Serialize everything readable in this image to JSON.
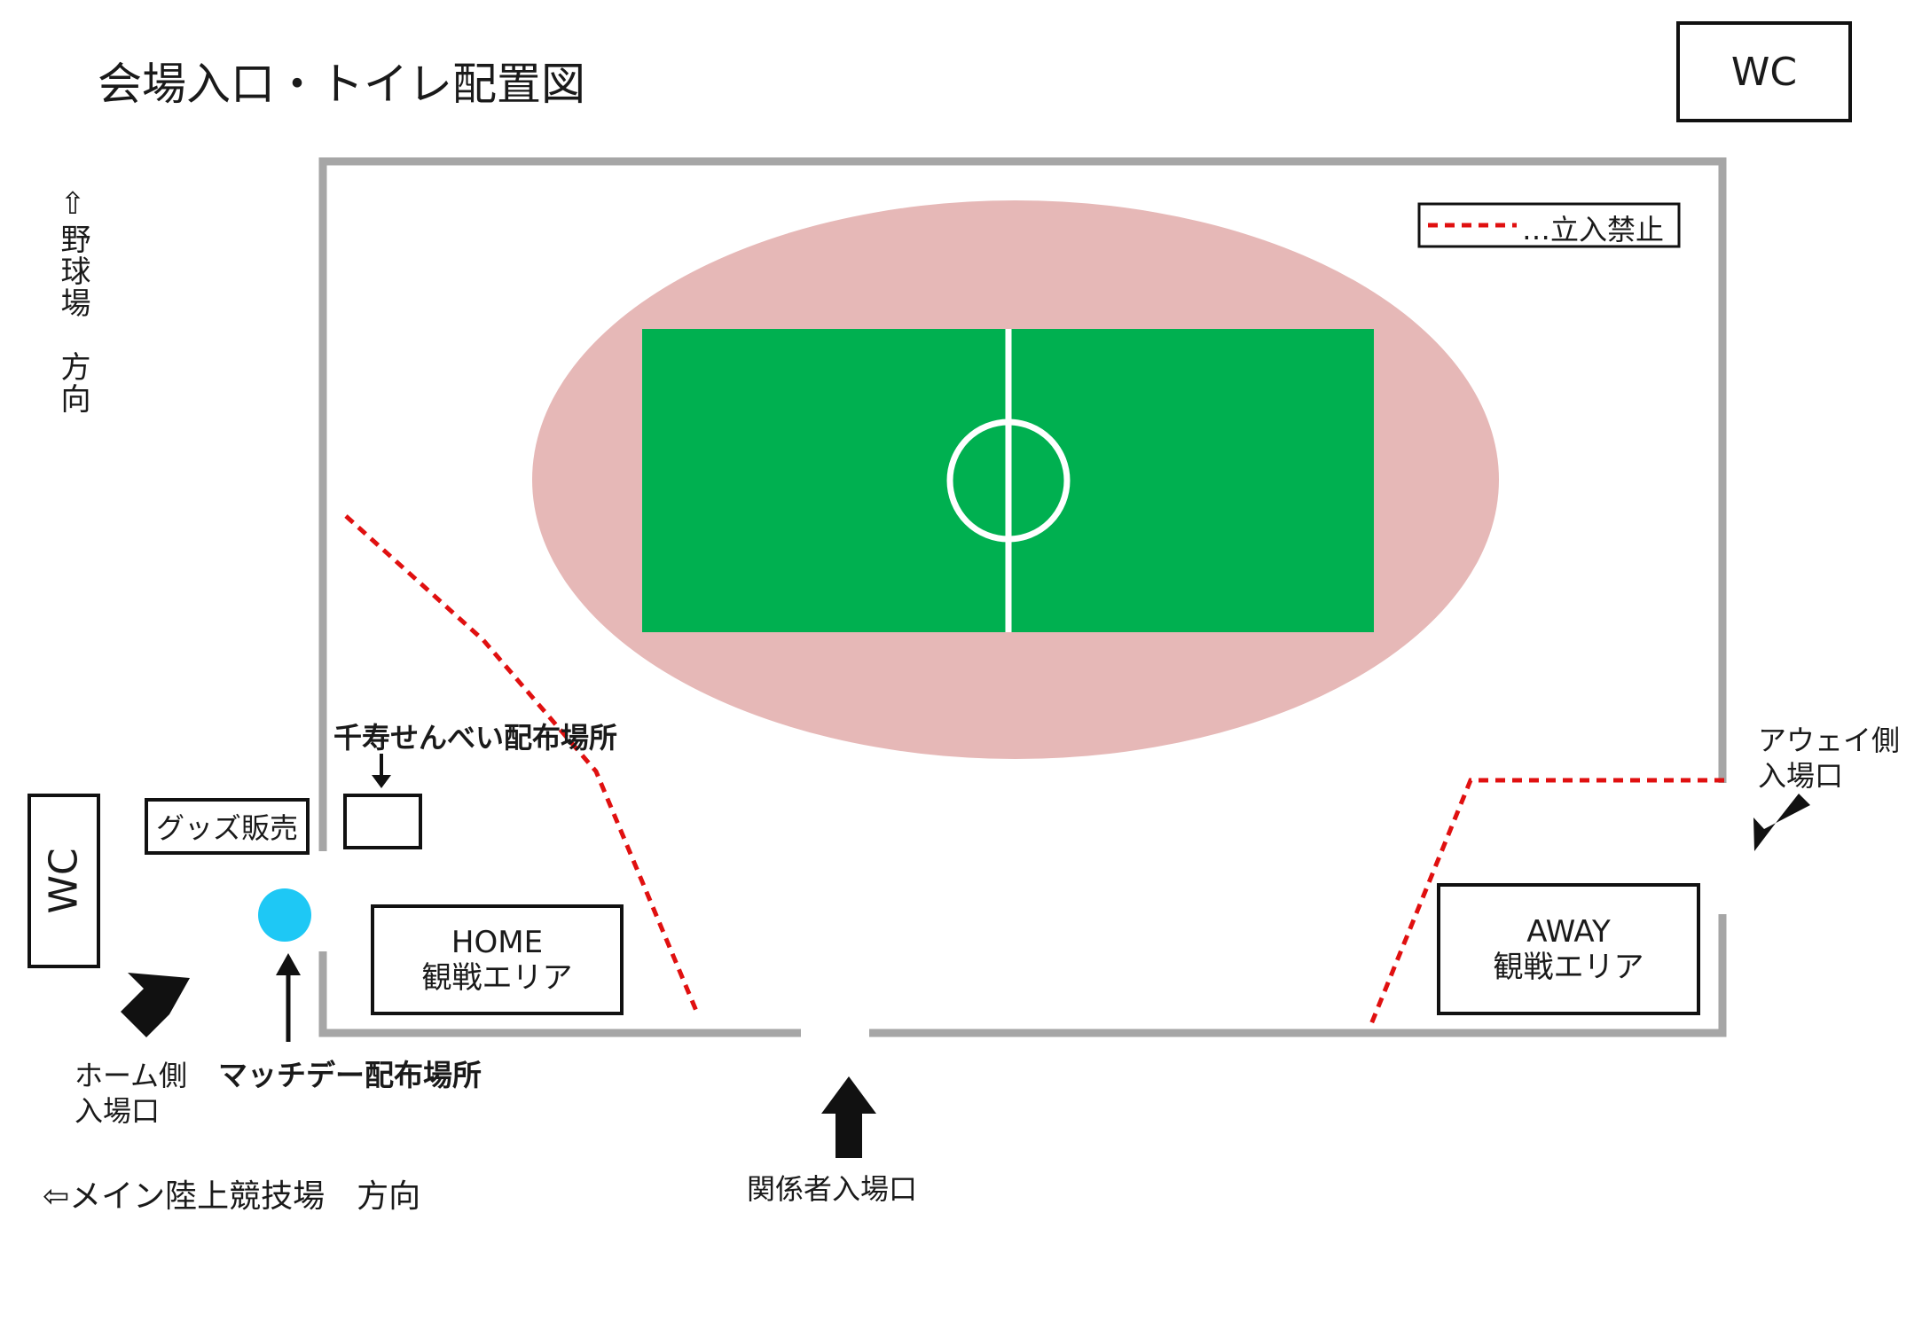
{
  "title": "会場入口・トイレ配置図",
  "wc_top": "WC",
  "wc_left": "WC",
  "direction_up": "⇧野球場　方向",
  "direction_left": "⇦メイン陸上競技場　方向",
  "legend": {
    "text": "…立入禁止",
    "line_color": "#e01010"
  },
  "senbei_label": "千寿せんべい配布場所",
  "goods_label": "グッズ販売",
  "home_area": {
    "line1": "HOME",
    "line2": "観戦エリア"
  },
  "away_area": {
    "line1": "AWAY",
    "line2": "観戦エリア"
  },
  "matchday_label": "マッチデー配布場所",
  "home_entrance": [
    "ホーム側",
    "入場口"
  ],
  "away_entrance": [
    "アウェイ側",
    "入場口"
  ],
  "staff_entrance": "関係者入場口",
  "colors": {
    "wall": "#a6a6a6",
    "track": "#e6b8b7",
    "pitch": "#00b050",
    "pitch_line": "#ffffff",
    "marker": "#1ec8f5",
    "arrow": "#111111"
  }
}
